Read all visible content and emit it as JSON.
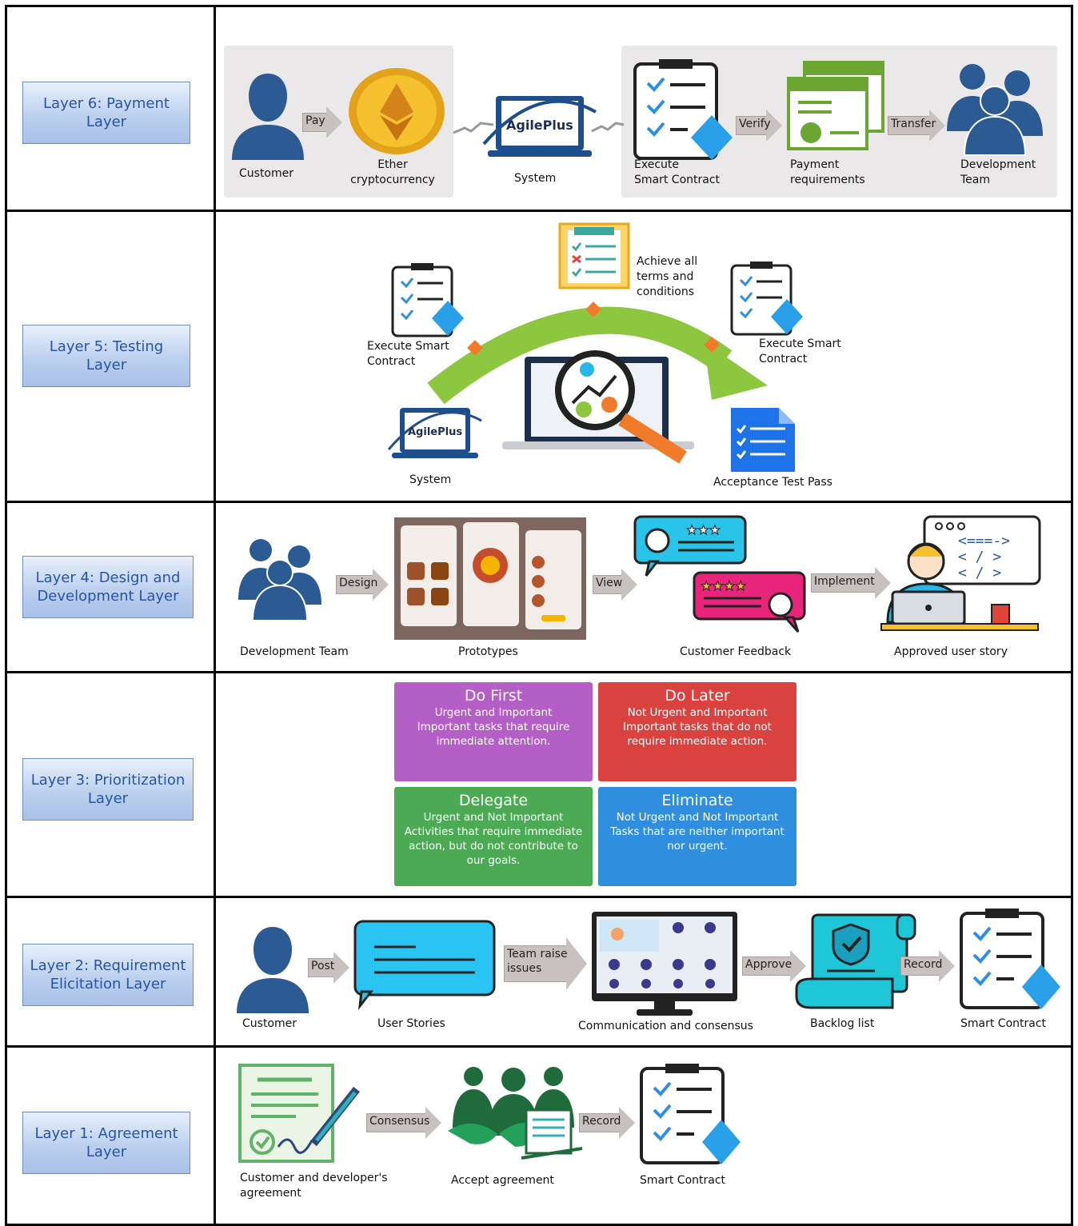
{
  "layers": [
    "Layer 6: Payment\nLayer",
    "Layer 5: Testing\nLayer",
    "Layer 4: Design and\nDevelopment Layer",
    "Layer 3: Prioritization\nLayer",
    "Layer 2: Requirement\nElicitation Layer",
    "Layer 1: Agreement\nLayer"
  ],
  "layer6": {
    "customer": "Customer",
    "pay": "Pay",
    "ether": "Ether\ncryptocurrency",
    "agileplus": "AgilePlus",
    "system": "System",
    "execute": "Execute\nSmart Contract",
    "verify": "Verify",
    "payment": "Payment\nrequirements",
    "transfer": "Transfer",
    "devteam": "Development\nTeam"
  },
  "layer5": {
    "achieve": "Achieve all\nterms and\nconditions",
    "exec_left": "Execute Smart\nContract",
    "exec_right": "Execute Smart\nContract",
    "agileplus": "AgilePlus",
    "system": "System",
    "acceptance": "Acceptance Test Pass"
  },
  "layer4": {
    "devteam": "Development Team",
    "design": "Design",
    "prototypes": "Prototypes",
    "view": "View",
    "feedback": "Customer Feedback",
    "implement": "Implement",
    "approved": "Approved user story"
  },
  "layer3": {
    "quadrants": [
      {
        "title": "Do First",
        "text": "Urgent and Important\nImportant tasks that require\nimmediate attention.",
        "color": "#b35fc6"
      },
      {
        "title": "Do Later",
        "text": "Not Urgent and Important\nImportant tasks that do not\nrequire immediate action.",
        "color": "#d9423f"
      },
      {
        "title": "Delegate",
        "text": "Urgent and Not Important\nActivities that require immediate\naction, but do not contribute to\nour goals.",
        "color": "#4caa55"
      },
      {
        "title": "Eliminate",
        "text": "Not Urgent and Not Important\nTasks that are neither important\nnor urgent.",
        "color": "#2f8fde"
      }
    ]
  },
  "layer2": {
    "customer": "Customer",
    "post": "Post",
    "stories": "User Stories",
    "team": "Team raise\nissues",
    "communication": "Communication and consensus",
    "approve": "Approve",
    "backlog": "Backlog list",
    "record": "Record",
    "smart": "Smart Contract"
  },
  "layer1": {
    "agreement": "Customer and developer's\nagreement",
    "consensus": "Consensus",
    "accept": "Accept agreement",
    "record": "Record",
    "smart": "Smart Contract"
  },
  "colors": {
    "icon_blue": "#2c5a93",
    "green": "#8dc63f",
    "cyan": "#29b6e8",
    "orange": "#f07b2a"
  }
}
